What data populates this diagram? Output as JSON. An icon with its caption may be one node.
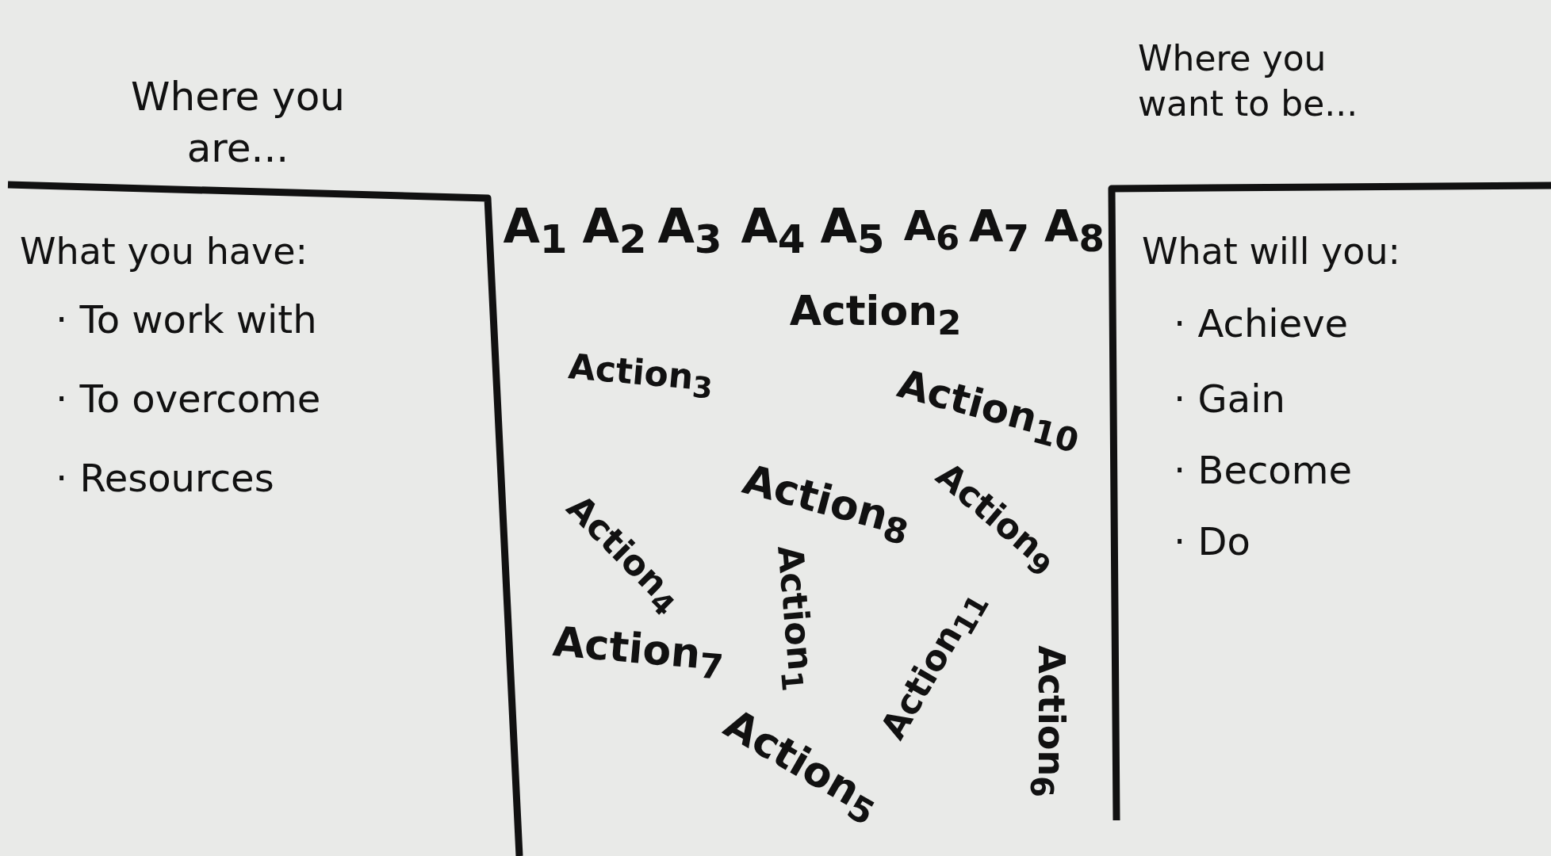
{
  "diagram": {
    "nodes": [
      {
        "text": [
          "Where you are...",
          "What you have:",
          "· To work with",
          "· To overcome",
          "· Resources"
        ]
      },
      {
        "text": [
          "Where you want to be...",
          "What will you:",
          "· Achieve",
          "· Gain",
          "· Become",
          "· Do"
        ]
      }
    ],
    "labels": [
      "A$_{1}$",
      "A$_{2}$",
      "A$_{3}$",
      "A$_{4}$",
      "A$_{5}$",
      "A$_{6}$",
      "A$_{7}$",
      "A$_{8}$",
      "Action$_{2}$",
      "Action$_{3}$",
      "Action$_{10}$",
      "Action$_{4}$",
      "Action$_{8}$",
      "Action$_{9}$",
      "Action$_{7}$",
      "Action$_{1}$",
      "Action$_{5}$",
      "Action$_{11}$",
      "Action$_{6}$"
    ]
  }
}
